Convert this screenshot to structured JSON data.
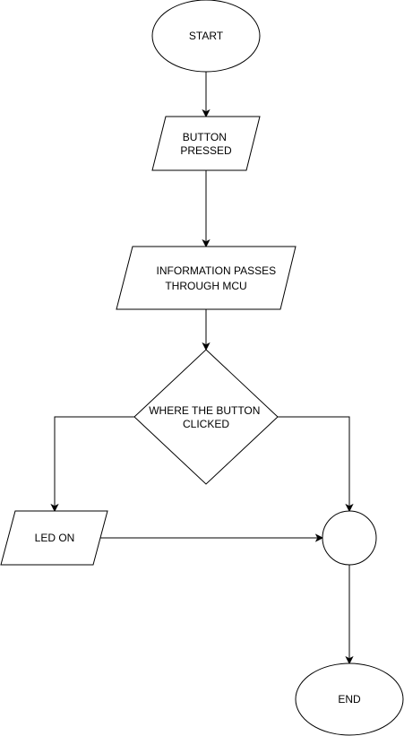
{
  "diagram": {
    "nodes": {
      "start": {
        "shape": "ellipse",
        "lines": [
          "START"
        ]
      },
      "button_pressed": {
        "shape": "parallelogram",
        "lines": [
          "BUTTON",
          "PRESSED"
        ]
      },
      "info_passes": {
        "shape": "parallelogram",
        "lines": [
          "INFORMATION PASSES",
          "THROUGH MCU"
        ]
      },
      "decision": {
        "shape": "diamond",
        "lines": [
          "WHERE THE BUTTON",
          "CLICKED"
        ]
      },
      "led_on": {
        "shape": "parallelogram",
        "lines": [
          "LED ON"
        ]
      },
      "merge": {
        "shape": "circle",
        "lines": []
      },
      "end": {
        "shape": "ellipse",
        "lines": [
          "END"
        ]
      }
    },
    "edges": [
      {
        "from": "start",
        "to": "button_pressed"
      },
      {
        "from": "button_pressed",
        "to": "info_passes"
      },
      {
        "from": "info_passes",
        "to": "decision"
      },
      {
        "from": "decision",
        "to": "led_on"
      },
      {
        "from": "decision",
        "to": "merge"
      },
      {
        "from": "led_on",
        "to": "merge"
      },
      {
        "from": "merge",
        "to": "end"
      }
    ],
    "colors": {
      "stroke": "#000000",
      "fill": "#ffffff",
      "text": "#000000"
    }
  }
}
